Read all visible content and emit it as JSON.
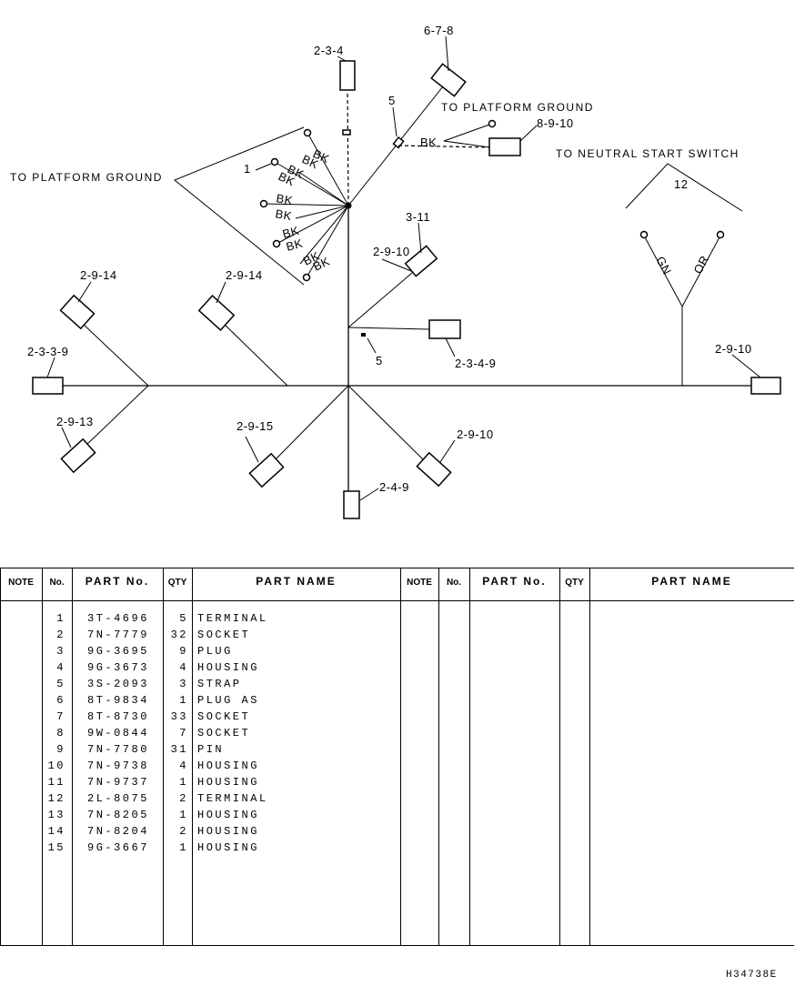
{
  "diagram": {
    "callouts": {
      "c_2_3_4_top": "2-3-4",
      "c_6_7_8": "6-7-8",
      "c_5_top": "5",
      "c_8_9_10": "8-9-10",
      "c_1": "1",
      "c_3_11": "3-11",
      "c_2_9_10_mid": "2-9-10",
      "c_2_9_14_left": "2-9-14",
      "c_2_9_14_mid": "2-9-14",
      "c_2_3_3_9": "2-3-3-9",
      "c_5_mid": "5",
      "c_2_3_4_9": "2-3-4-9",
      "c_2_9_10_right": "2-9-10",
      "c_2_9_13": "2-9-13",
      "c_2_9_15": "2-9-15",
      "c_2_9_10_bottom": "2-9-10",
      "c_2_4_9": "2-4-9",
      "c_12": "12"
    },
    "notes": {
      "platform_ground_right": "TO PLATFORM GROUND",
      "platform_ground_left": "TO PLATFORM GROUND",
      "neutral_start_switch": "TO NEUTRAL START SWITCH"
    },
    "wire_colors": {
      "bk": "BK",
      "gn": "GN",
      "or": "OR"
    }
  },
  "table": {
    "headers": {
      "note": "NOTE",
      "no": "No.",
      "part_no": "PART No.",
      "qty": "QTY",
      "part_name": "PART NAME"
    },
    "rows": [
      {
        "no": "1",
        "part_no": "3T-4696",
        "qty": "5",
        "name": "TERMINAL"
      },
      {
        "no": "2",
        "part_no": "7N-7779",
        "qty": "32",
        "name": "SOCKET"
      },
      {
        "no": "3",
        "part_no": "9G-3695",
        "qty": "9",
        "name": "PLUG"
      },
      {
        "no": "4",
        "part_no": "9G-3673",
        "qty": "4",
        "name": "HOUSING"
      },
      {
        "no": "5",
        "part_no": "3S-2093",
        "qty": "3",
        "name": "STRAP"
      },
      {
        "no": "6",
        "part_no": "8T-9834",
        "qty": "1",
        "name": "PLUG AS"
      },
      {
        "no": "7",
        "part_no": "8T-8730",
        "qty": "33",
        "name": "SOCKET"
      },
      {
        "no": "8",
        "part_no": "9W-0844",
        "qty": "7",
        "name": "SOCKET"
      },
      {
        "no": "9",
        "part_no": "7N-7780",
        "qty": "31",
        "name": "PIN"
      },
      {
        "no": "10",
        "part_no": "7N-9738",
        "qty": "4",
        "name": "HOUSING"
      },
      {
        "no": "11",
        "part_no": "7N-9737",
        "qty": "1",
        "name": "HOUSING"
      },
      {
        "no": "12",
        "part_no": "2L-8075",
        "qty": "2",
        "name": "TERMINAL"
      },
      {
        "no": "13",
        "part_no": "7N-8205",
        "qty": "1",
        "name": "HOUSING"
      },
      {
        "no": "14",
        "part_no": "7N-8204",
        "qty": "2",
        "name": "HOUSING"
      },
      {
        "no": "15",
        "part_no": "9G-3667",
        "qty": "1",
        "name": "HOUSING"
      }
    ]
  },
  "drawing_id": "H34738E"
}
